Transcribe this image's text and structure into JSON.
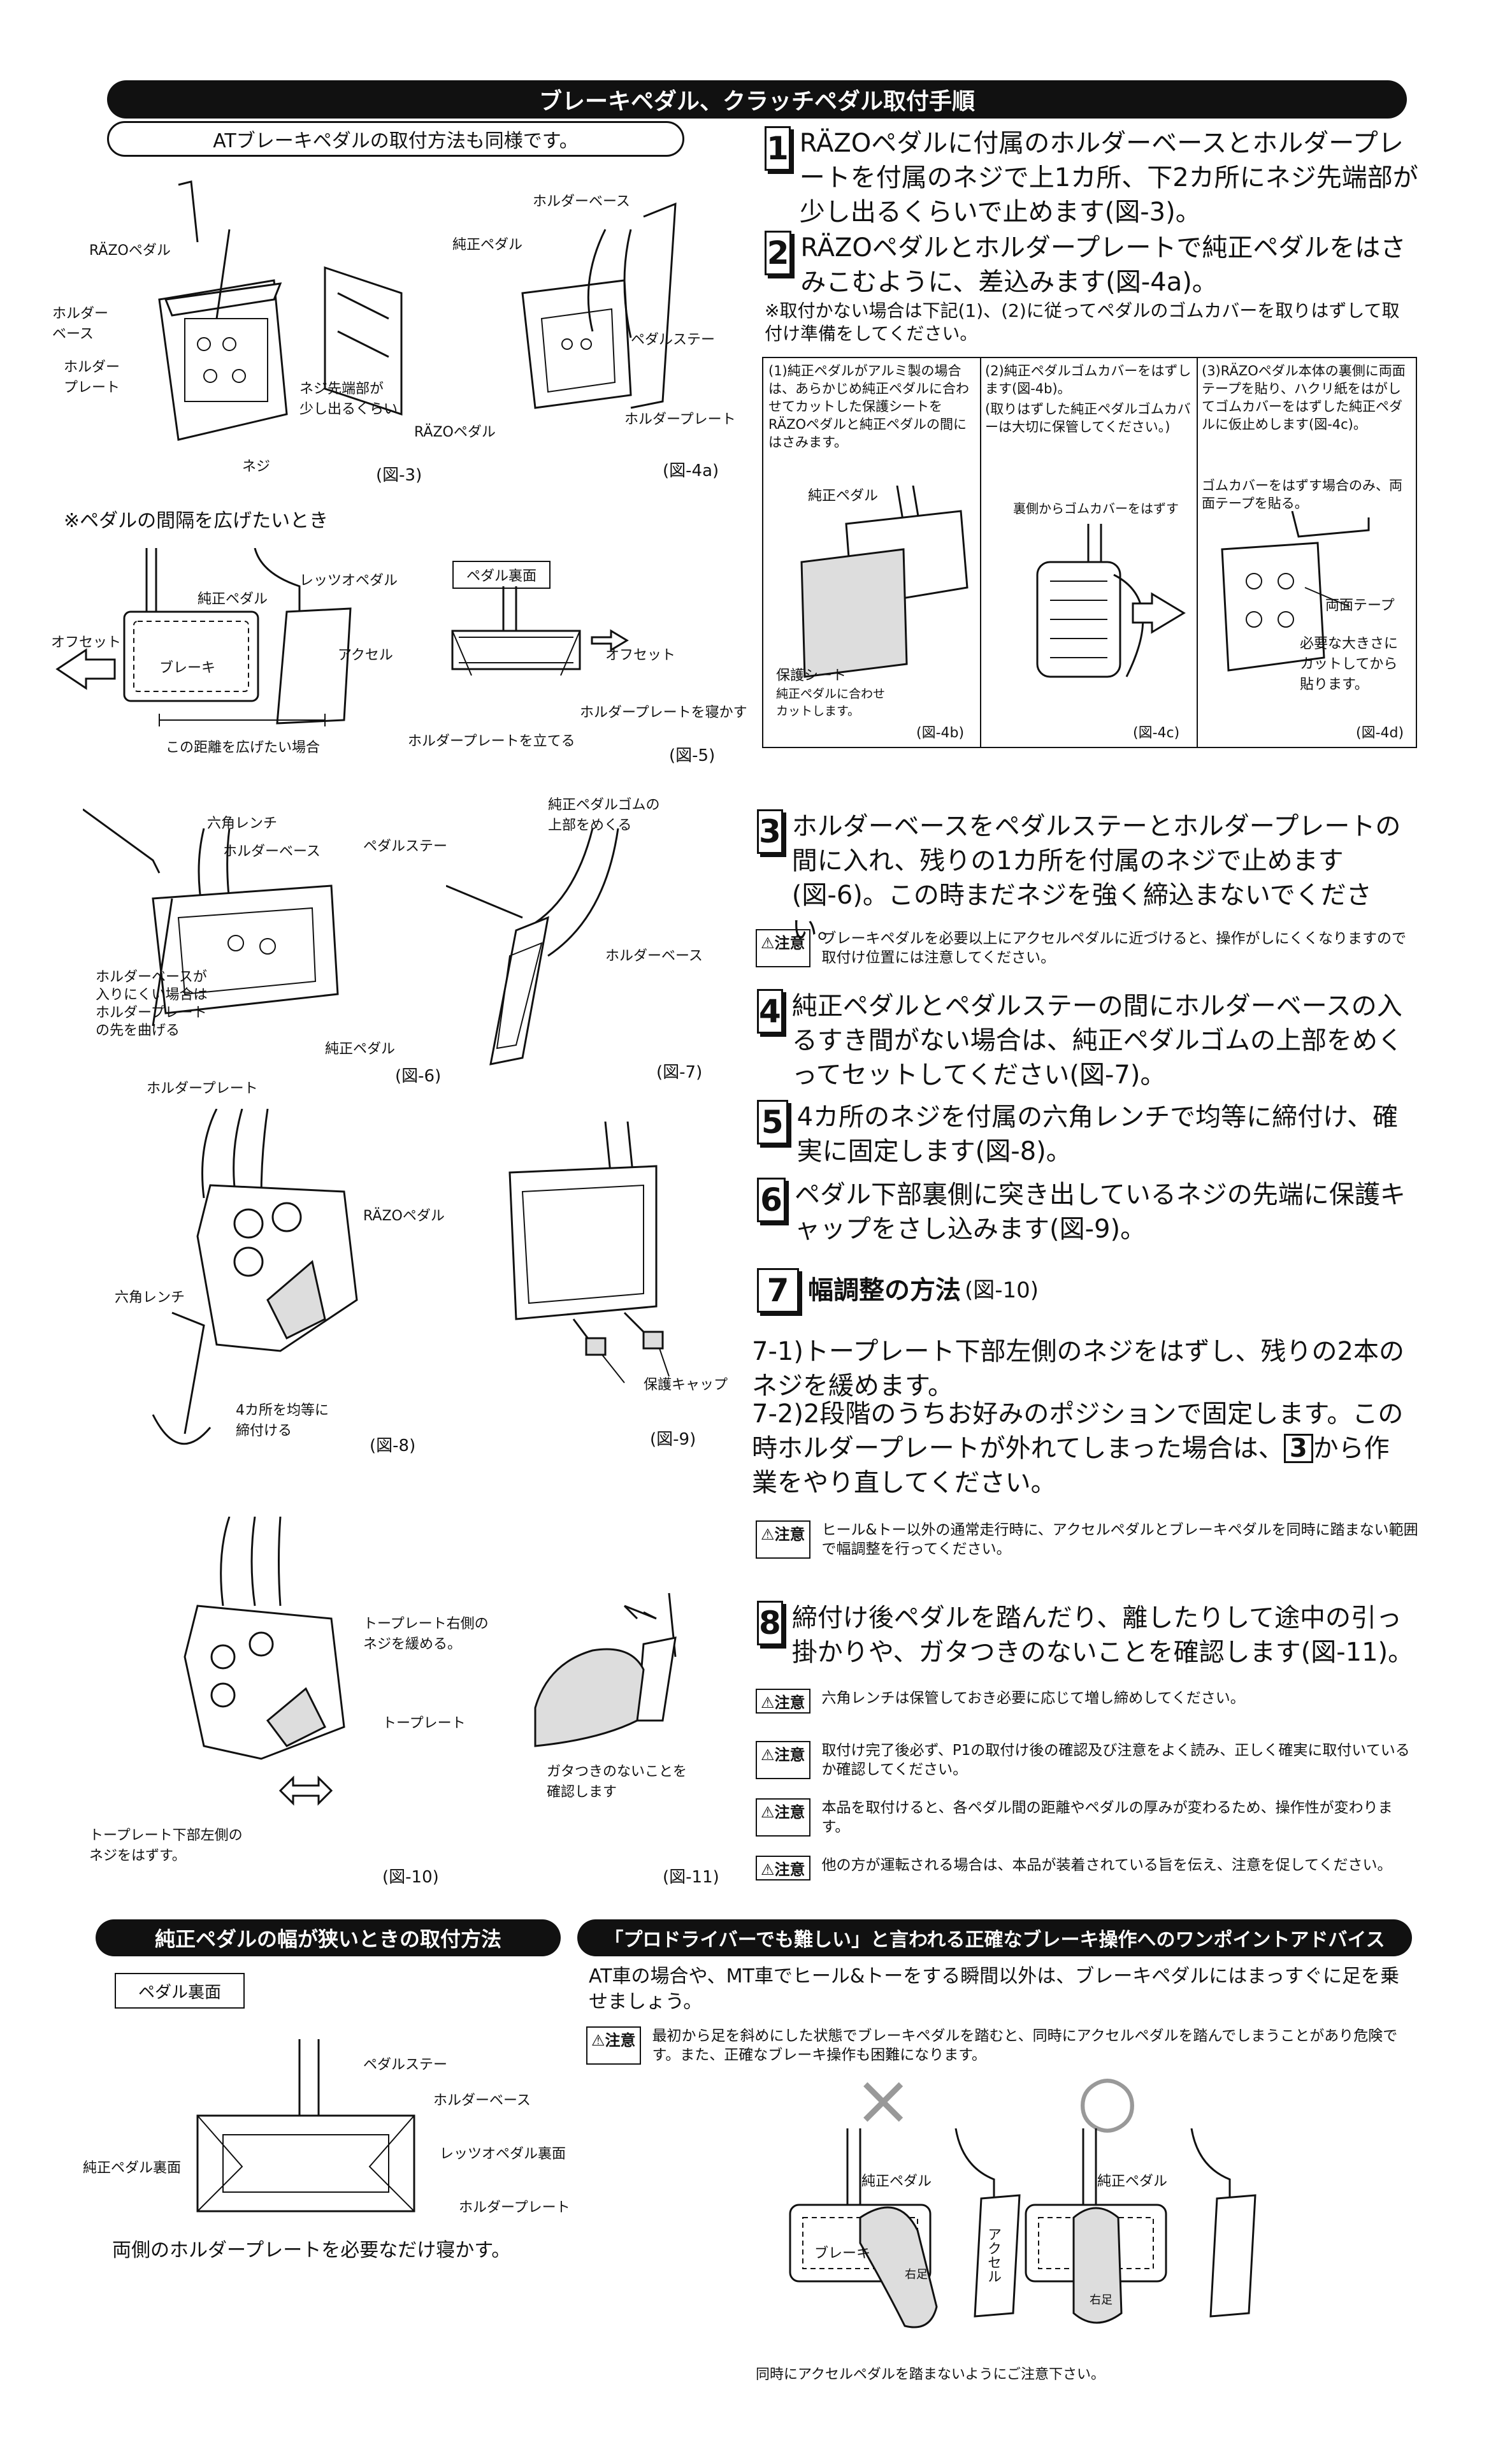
{
  "header": {
    "title": "ブレーキペダル、クラッチペダル取付手順"
  },
  "intro": {
    "note": "ATブレーキペダルの取付方法も同様です。"
  },
  "fig3": {
    "razo": "RÄZOペダル",
    "holder_base": "ホルダー\nベース",
    "holder_plate": "ホルダー\nプレート",
    "screw_tip": "ネジ先端部が\n少し出るくらい",
    "screw": "ネジ",
    "caption": "(図-3)"
  },
  "fig4a": {
    "holder_base": "ホルダーベース",
    "genuine": "純正ペダル",
    "pedal_stay": "ペダルステー",
    "razo": "RÄZOペダル",
    "holder_plate": "ホルダープレート",
    "caption": "(図-4a)"
  },
  "spacing": {
    "title": "※ペダルの間隔を広げたいとき",
    "genuine": "純正ペダル",
    "leds": "レッツオペダル",
    "offset": "オフセット",
    "brake": "ブレーキ",
    "accel": "アクセル",
    "distance": "この距離を広げたい場合",
    "back_label": "ペダル裏面",
    "offset2": "オフセット",
    "plate_lay": "ホルダープレートを寝かす",
    "plate_stand": "ホルダープレートを立てる",
    "caption": "(図-5)"
  },
  "steps": {
    "s1": {
      "num": "1",
      "text": "RÄZOペダルに付属のホルダーベースとホルダープレートを付属のネジで上1カ所、下2カ所にネジ先端部が少し出るくらいで止めます(図-3)。"
    },
    "s2": {
      "num": "2",
      "text": "RÄZOペダルとホルダープレートで純正ペダルをはさみこむように、差込みます(図-4a)。"
    },
    "s2note": "※取付かない場合は下記(1)、(2)に従ってペダルのゴムカバーを取りはずして取付け準備をしてください。",
    "s3": {
      "num": "3",
      "text": "ホルダーベースをペダルステーとホルダープレートの間に入れ、残りの1カ所を付属のネジで止めます(図-6)。この時まだネジを強く締込まないでください。"
    },
    "s4": {
      "num": "4",
      "text": "純正ペダルとペダルステーの間にホルダーベースの入るすき間がない場合は、純正ペダルゴムの上部をめくってセットしてください(図-7)。"
    },
    "s5": {
      "num": "5",
      "text": "4カ所のネジを付属の六角レンチで均等に締付け、確実に固定します(図-8)。"
    },
    "s6": {
      "num": "6",
      "text": "ペダル下部裏側に突き出しているネジの先端に保護キャップをさし込みます(図-9)。"
    },
    "s7": {
      "num": "7",
      "title": "幅調整の方法",
      "fig": "(図-10)"
    },
    "s7_1": "7-1)トープレート下部左側のネジをはずし、残りの2本のネジを緩めます。",
    "s7_2a": "7-2)2段階のうちお好みのポジションで固定します。この時ホルダープレートが外れてしまった場合は、",
    "s7_2ref": "3",
    "s7_2b": "から作業をやり直してください。",
    "s8": {
      "num": "8",
      "text": "締付け後ペダルを踏んだり、離したりして途中の引っ掛かりや、ガタつきのないことを確認します(図-11)。"
    }
  },
  "panels": {
    "p1": {
      "text": "(1)純正ペダルがアルミ製の場合は、あらかじめ純正ペダルに合わせてカットした保護シートをRÄZOペダルと純正ペダルの間にはさみます。",
      "genuine": "純正ペダル",
      "sheet": "保護シート",
      "cut": "純正ペダルに合わせ\nカットします。",
      "caption": "(図-4b)"
    },
    "p2": {
      "text": "(2)純正ペダルゴムカバーをはずします(図-4b)。",
      "sub": "(取りはずした純正ペダルゴムカバーは大切に保管してください。)",
      "remove": "裏側からゴムカバーをはずす",
      "caption": "(図-4c)"
    },
    "p3": {
      "text": "(3)RÄZOペダル本体の裏側に両面テープを貼り、ハクリ紙をはがしてゴムカバーをはずした純正ペダルに仮止めします(図-4c)。",
      "sub": "ゴムカバーをはずす場合のみ、両面テープを貼る。",
      "tape": "両面テープ",
      "cut": "必要な大きさに\nカットしてから\n貼ります。",
      "caption": "(図-4d)"
    }
  },
  "cautions": {
    "label": "注意",
    "c1": "ブレーキペダルを必要以上にアクセルペダルに近づけると、操作がしにくくなりますので取付け位置には注意してください。",
    "c2": "ヒール&トー以外の通常走行時に、アクセルペダルとブレーキペダルを同時に踏まない範囲で幅調整を行ってください。",
    "c3": "六角レンチは保管しておき必要に応じて増し締めしてください。",
    "c4": "取付け完了後必ず、P1の取付け後の確認及び注意をよく読み、正しく確実に取付いているか確認してください。",
    "c5": "本品を取付けると、各ペダル間の距離やペダルの厚みが変わるため、操作性が変わります。",
    "c6": "他の方が運転される場合は、本品が装着されている旨を伝え、注意を促してください。"
  },
  "fig6": {
    "wrench": "六角レンチ",
    "holder_base": "ホルダーベース",
    "pedal_stay": "ペダルステー",
    "hint": "ホルダーベースが\n入りにくい場合は\nホルダープレート\nの先を曲げる",
    "genuine": "純正ペダル",
    "holder_plate": "ホルダープレート",
    "caption": "(図-6)"
  },
  "fig7": {
    "rubber": "純正ペダルゴムの\n上部をめくる",
    "holder_base": "ホルダーベース",
    "caption": "(図-7)"
  },
  "fig8": {
    "razo": "RÄZOペダル",
    "wrench": "六角レンチ",
    "even": "4カ所を均等に\n締付ける",
    "caption": "(図-8)"
  },
  "fig9": {
    "cap": "保護キャップ",
    "caption": "(図-9)"
  },
  "fig10": {
    "loosen": "トープレート右側の\nネジを緩める。",
    "toeplate": "トープレート",
    "remove": "トープレート下部左側の\nネジをはずす。",
    "caption": "(図-10)"
  },
  "fig11": {
    "check": "ガタつきのないことを\n確認します",
    "caption": "(図-11)"
  },
  "narrow": {
    "title": "純正ペダルの幅が狭いときの取付方法",
    "back": "ペダル裏面",
    "stay": "ペダルステー",
    "base": "ホルダーベース",
    "leds_back": "レッツオペダル裏面",
    "genuine_back": "純正ペダル裏面",
    "plate": "ホルダープレート",
    "note": "両側のホルダープレートを必要なだけ寝かす。"
  },
  "advice": {
    "title": "「プロドライバーでも難しい」と言われる正確なブレーキ操作へのワンポイントアドバイス",
    "text": "AT車の場合や、MT車でヒール&トーをする瞬間以外は、ブレーキペダルにはまっすぐに足を乗せましょう。",
    "caution": "最初から足を斜めにした状態でブレーキペダルを踏むと、同時にアクセルペダルを踏んでしまうことがあり危険です。また、正確なブレーキ操作も困難になります。",
    "ng": "×",
    "ok": "○",
    "genuine": "純正ペダル",
    "brake": "ブレーキ",
    "accel": "アクセル",
    "right_foot": "右足",
    "footer": "同時にアクセルペダルを踏まないようにご注意下さい。"
  }
}
